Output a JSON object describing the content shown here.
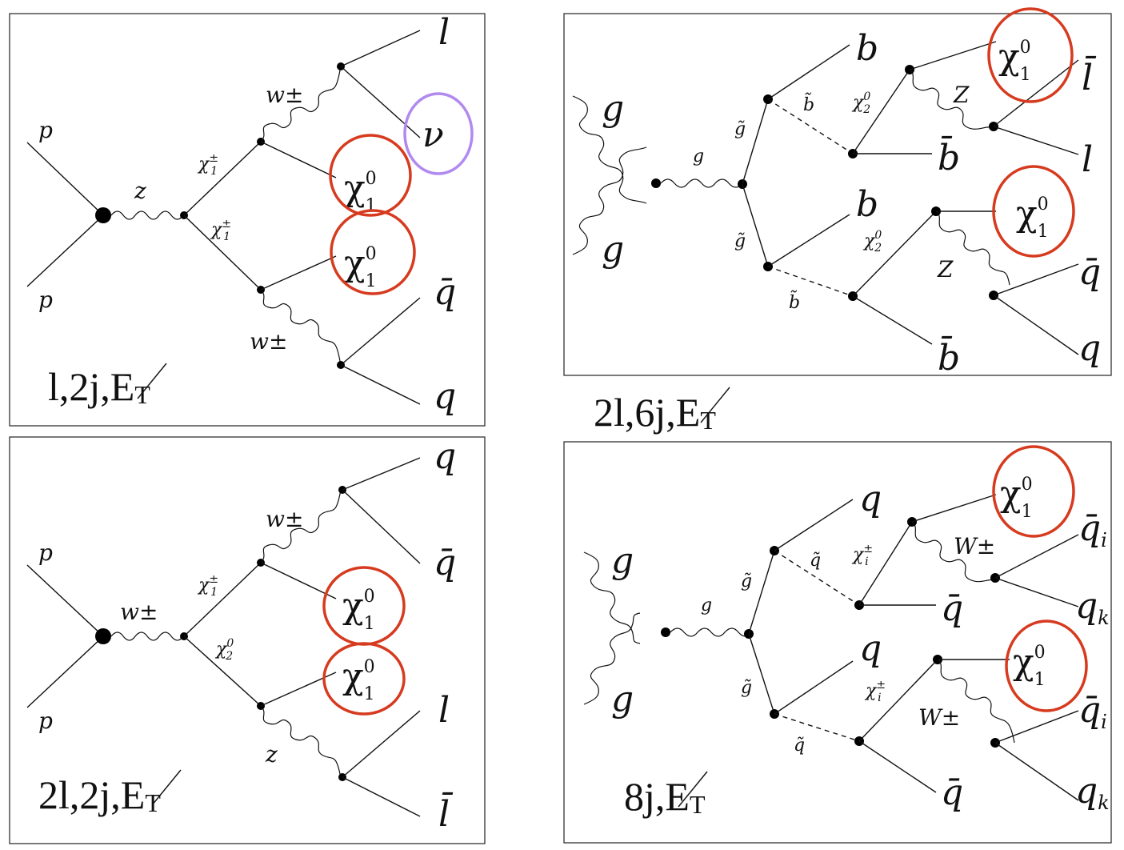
{
  "colors": {
    "lsp_ring": "#d63b1f",
    "neutrino_ring": "#b18af0"
  },
  "panels": [
    {
      "caption": "l,2j,",
      "caption_met": "E",
      "caption_sub": "T",
      "incoming": [
        "p",
        "p"
      ],
      "mediator": "z",
      "branch_top": "χ",
      "branch_top_sup": "±",
      "branch_top_sub": "1",
      "branch_bottom": "χ",
      "branch_bottom_sup": "±",
      "branch_bottom_sub": "1",
      "boson_top": "w±",
      "boson_bottom": "w±",
      "outgoing": [
        "l",
        "ν",
        "q̄",
        "q"
      ],
      "lsp": [
        "χ",
        "χ"
      ],
      "lsp_sup": "0",
      "lsp_sub": "1"
    },
    {
      "caption": "2l,6j,",
      "caption_met": "E",
      "caption_sub": "T",
      "incoming": [
        "g",
        "g"
      ],
      "mediator": "g",
      "branch_top": "g̃",
      "branch_bottom": "g̃",
      "squark_top": "b̃",
      "squark_bottom": "b̃",
      "quark_top": "b",
      "quark_bottom": "b",
      "antiquark_top": "b̄",
      "antiquark_bottom": "b̄",
      "neutralino_top": "χ",
      "neutralino_bottom": "χ",
      "neutralino_sup": "0",
      "neutralino_sub": "2",
      "boson_top": "Z",
      "boson_bottom": "Z",
      "outgoing_top": [
        "l̄",
        "l"
      ],
      "outgoing_bottom": [
        "q̄",
        "q"
      ],
      "lsp": [
        "χ",
        "χ"
      ],
      "lsp_sup": "0",
      "lsp_sub": "1"
    },
    {
      "caption": "2l,2j,",
      "caption_met": "E",
      "caption_sub": "T",
      "incoming": [
        "p",
        "p"
      ],
      "mediator": "w±",
      "branch_top": "χ",
      "branch_top_sup": "±",
      "branch_top_sub": "1",
      "branch_bottom": "χ",
      "branch_bottom_sup": "0",
      "branch_bottom_sub": "2",
      "boson_top": "w±",
      "boson_bottom": "z",
      "outgoing": [
        "q",
        "q̄",
        "l",
        "l̄"
      ],
      "lsp": [
        "χ",
        "χ"
      ],
      "lsp_sup": "0",
      "lsp_sub": "1"
    },
    {
      "caption": "8j,",
      "caption_met": "E",
      "caption_sub": "T",
      "incoming": [
        "g",
        "g"
      ],
      "mediator": "g",
      "branch_top": "g̃",
      "branch_bottom": "g̃",
      "squark_top": "q̃",
      "squark_bottom": "q̃",
      "quark_top": "q",
      "quark_bottom": "q",
      "antiquark_top": "q̄",
      "antiquark_bottom": "q̄",
      "chargino_top": "χ",
      "chargino_bottom": "χ",
      "chargino_sup": "±",
      "chargino_sub": "i",
      "boson_top": "W±",
      "boson_bottom": "W±",
      "outgoing_top": [
        "q̄",
        "q"
      ],
      "outgoing_top_sub": [
        "i",
        "k"
      ],
      "outgoing_bottom": [
        "q̄",
        "q"
      ],
      "outgoing_bottom_sub": [
        "i",
        "k"
      ],
      "lsp": [
        "χ",
        "χ"
      ],
      "lsp_sup": "0",
      "lsp_sub": "1"
    }
  ]
}
